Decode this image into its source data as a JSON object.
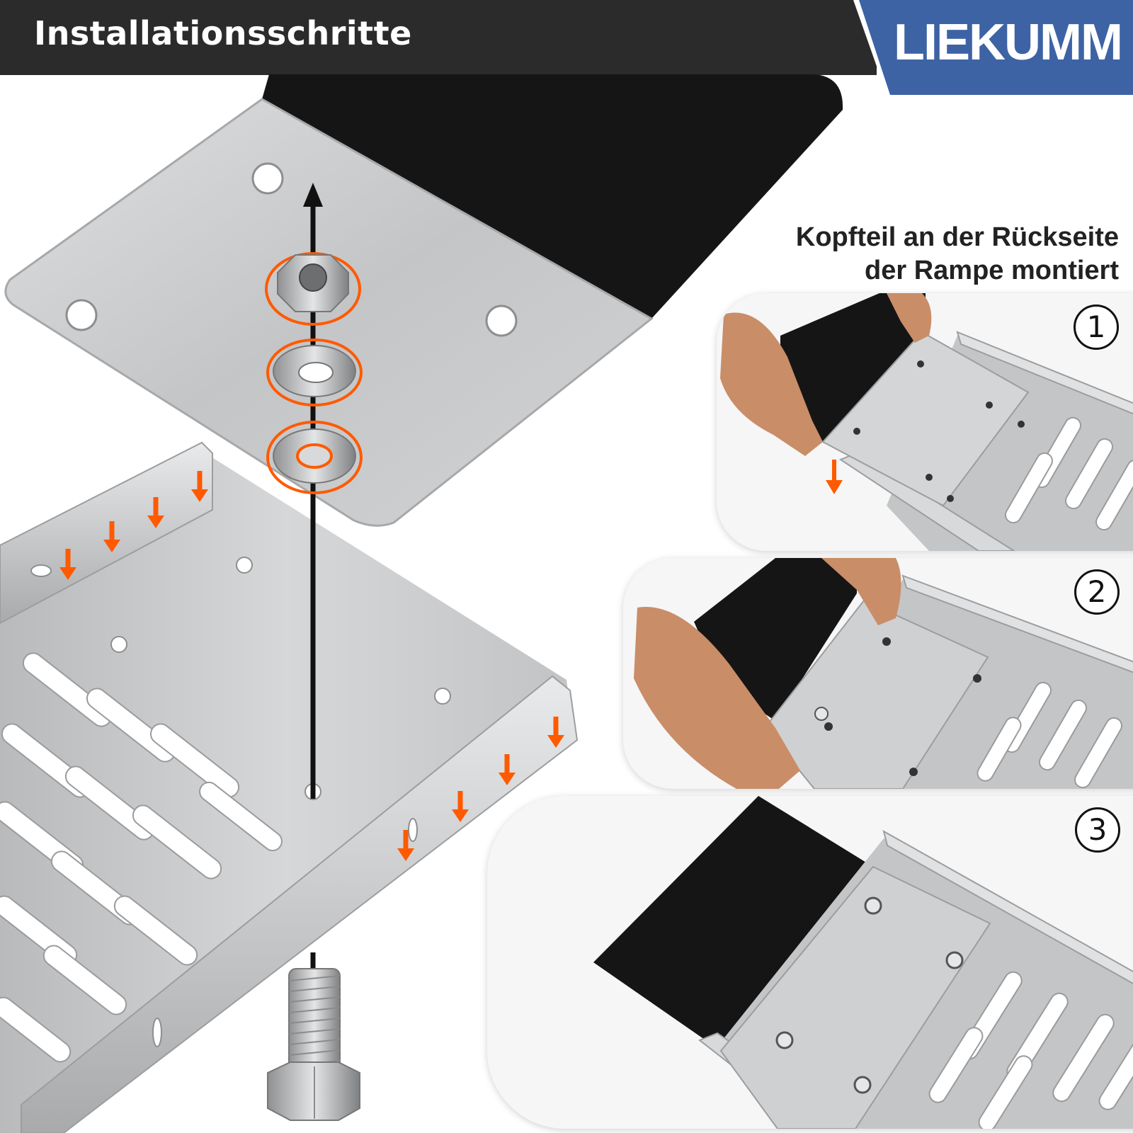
{
  "header": {
    "title": "Installationsschritte",
    "brand": "LIEKUMM"
  },
  "colors": {
    "header_bg": "#2b2b2b",
    "brand_bg": "#3d63a5",
    "accent": "#ff5a00",
    "rubber": "#151515",
    "steel": "#c9cacb"
  },
  "caption": {
    "line1": "Kopfteil an der Rückseite",
    "line2": "der Rampe montiert"
  },
  "steps": [
    {
      "number": "1"
    },
    {
      "number": "2"
    },
    {
      "number": "3"
    }
  ],
  "icons": {
    "assembly_arrow": "double-arrow-icon",
    "step_arrow": "arrow-down-icon"
  }
}
